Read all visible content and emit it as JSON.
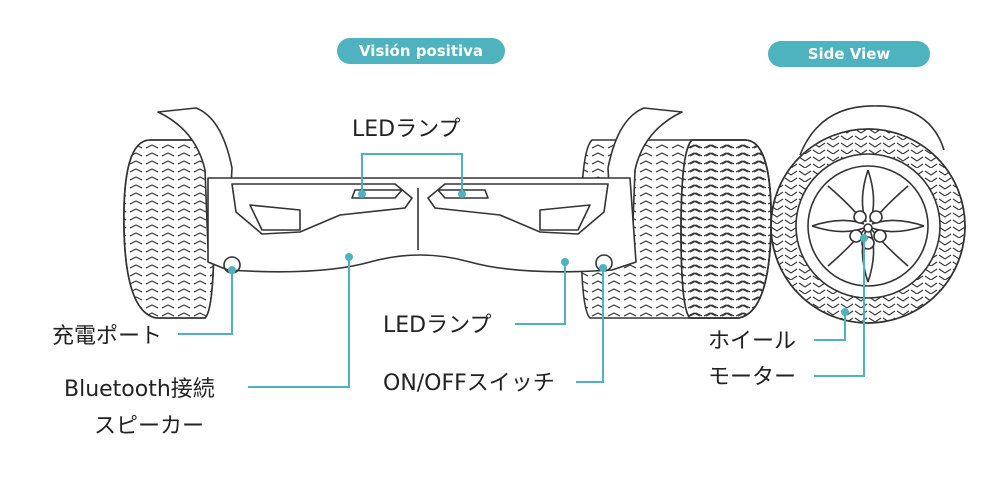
{
  "header": {
    "front_view": "Visión positiva",
    "side_view": "Side View"
  },
  "labels": {
    "led_top": "LEDランプ",
    "charge_port": "充電ポート",
    "bt_line1": "Bluetooth接続",
    "bt_line2": "スピーカー",
    "led_bottom": "LEDランプ",
    "power_switch": "ON/OFFスイッチ",
    "wheel": "ホイール",
    "motor": "モーター"
  },
  "colors": {
    "accent": "#4fb3bf",
    "line": "#333333",
    "text": "#222222"
  }
}
